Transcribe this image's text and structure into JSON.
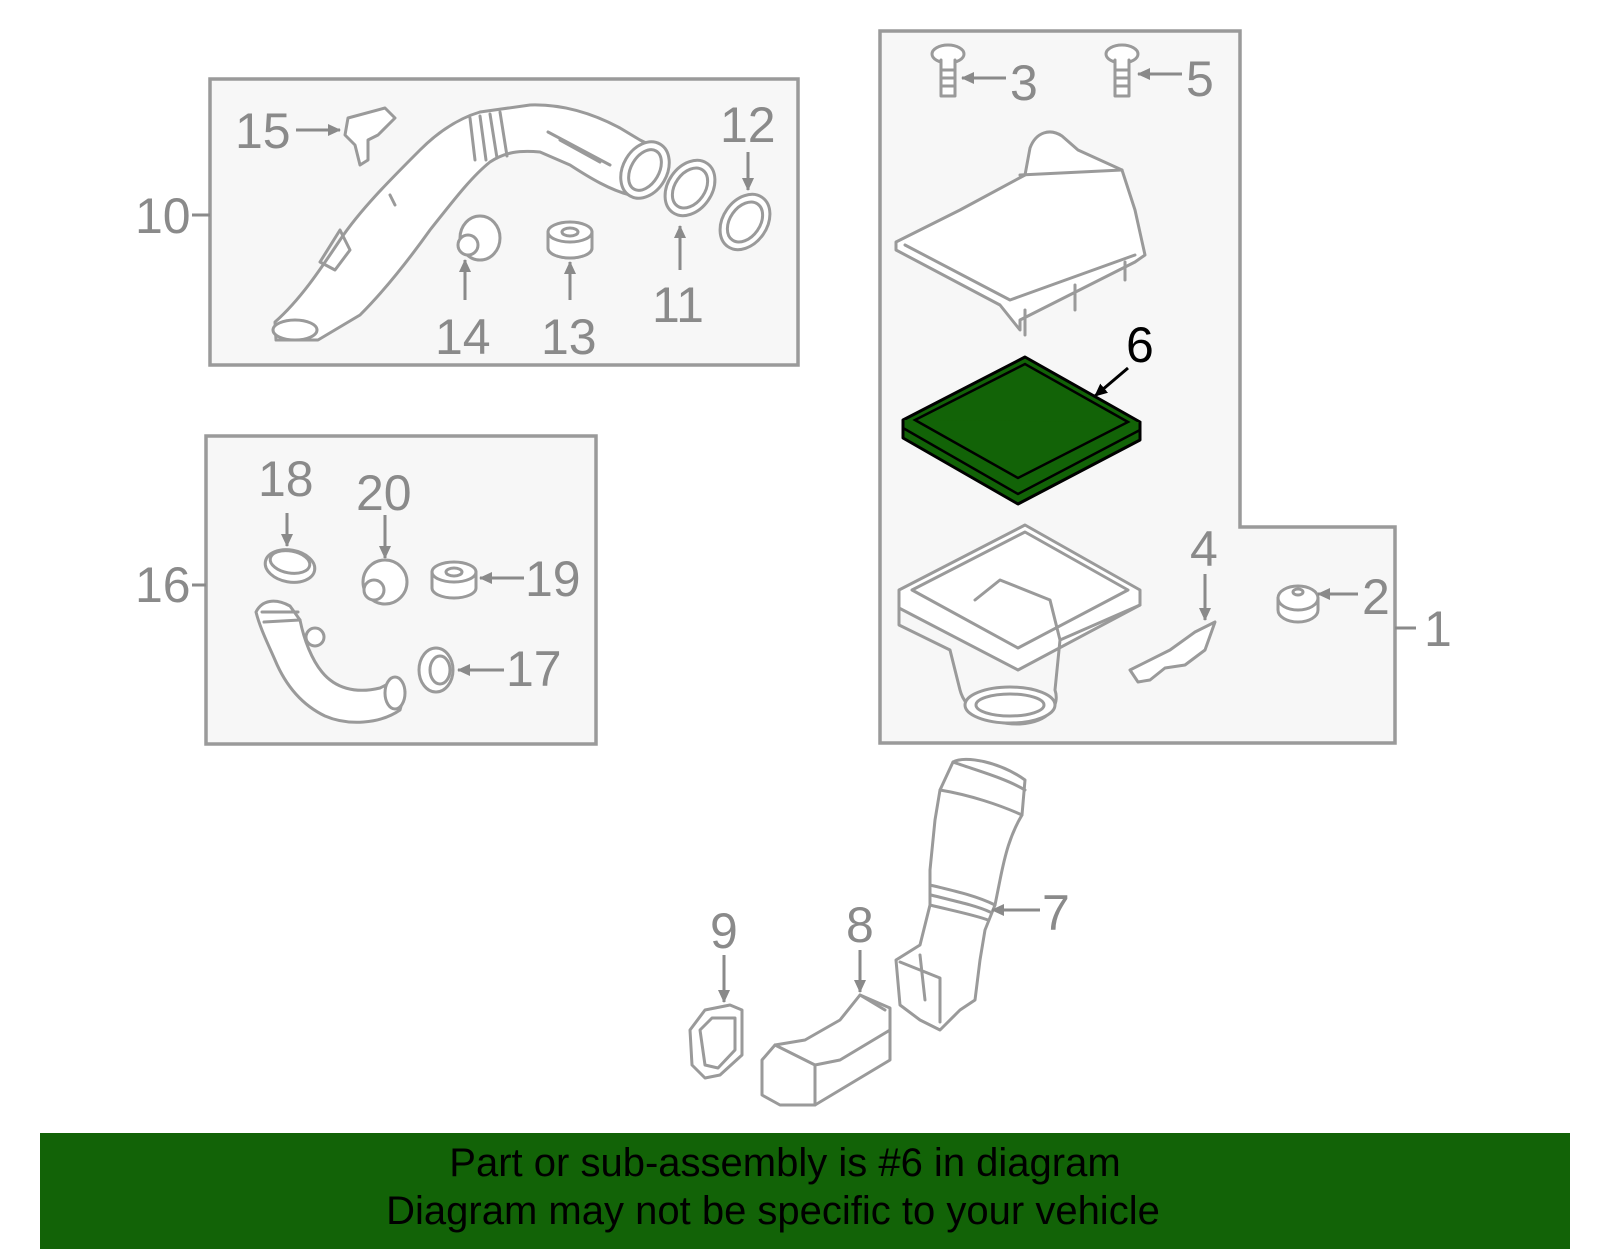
{
  "diagram": {
    "highlight_part": "6",
    "highlight_color": "#126307",
    "callouts": {
      "c1": "1",
      "c2": "2",
      "c3": "3",
      "c4": "4",
      "c5": "5",
      "c6": "6",
      "c7": "7",
      "c8": "8",
      "c9": "9",
      "c10": "10",
      "c11": "11",
      "c12": "12",
      "c13": "13",
      "c14": "14",
      "c15": "15",
      "c16": "16",
      "c17": "17",
      "c18": "18",
      "c19": "19",
      "c20": "20"
    }
  },
  "banner": {
    "line1": "Part or sub-assembly is #6 in diagram",
    "line2": "Diagram may not be specific to your vehicle",
    "background": "#126307"
  }
}
